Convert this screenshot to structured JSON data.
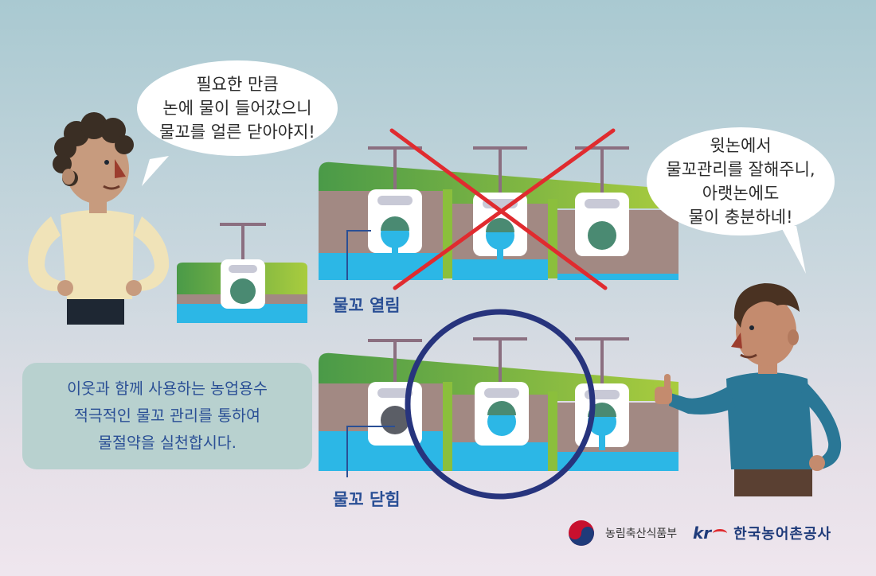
{
  "bubble_left": {
    "lines": [
      "필요한 만큼",
      "논에 물이 들어갔으니",
      "물꼬를 얼른 닫아야지!"
    ]
  },
  "bubble_right": {
    "lines": [
      "윗논에서",
      "물꼬관리를 잘해주니,",
      "아랫논에도",
      "물이 충분하네!"
    ]
  },
  "labels": {
    "gate_open": "물꼬 열림",
    "gate_closed": "물꼬 닫힘"
  },
  "info": {
    "lines": [
      "이웃과 함께 사용하는 농업용수",
      "적극적인 물꼬 관리를 통하여",
      "물절약을 실천합시다."
    ]
  },
  "logos": {
    "ministry": "농림축산식품부",
    "krc_mark": "kr",
    "krc_name": "한국농어촌공사"
  },
  "colors": {
    "text_blue": "#2a4f95",
    "water": "#2cb7e6",
    "soil": "#a28983",
    "grass": "#8bbf3c",
    "cross_red": "#e02b2f",
    "circle_navy": "#27347d"
  }
}
